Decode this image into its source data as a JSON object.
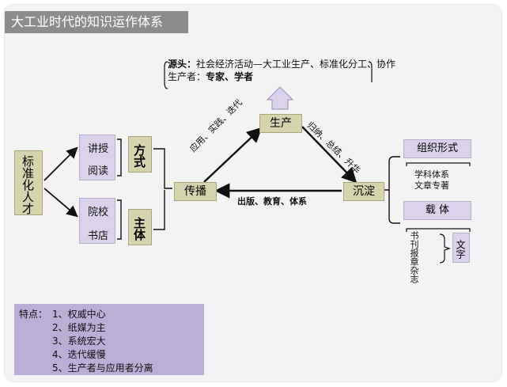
{
  "title": "大工业时代的知识运作体系",
  "source": {
    "label": "源头：",
    "text": "社会经济活动—大工业生产、标准化分工、协作",
    "producers_label": "生产者：",
    "producers": "专家、学者"
  },
  "nodes": {
    "production": "生产",
    "spread": "传播",
    "settle": "沉淀",
    "talent": "标准化人才"
  },
  "edges": {
    "left": "应用、实践、迭代",
    "right": "归纳、总结、升华",
    "bottom": "出版、教育、体系"
  },
  "method": {
    "label": "方式",
    "items": [
      "讲授",
      "阅读"
    ]
  },
  "subject": {
    "label": "主体",
    "items": [
      "院校",
      "书店"
    ]
  },
  "org": {
    "label": "组织形式",
    "items": [
      "学科体系",
      "文章专著"
    ]
  },
  "carrier": {
    "label": "载 体",
    "items": "书刊报章杂志",
    "text_label": "文字"
  },
  "features": {
    "label": "特点：",
    "items": [
      "1、权威中心",
      "2、纸媒为主",
      "3、系统宏大",
      "4、迭代缓慢",
      "5、生产者与应用者分离"
    ]
  }
}
